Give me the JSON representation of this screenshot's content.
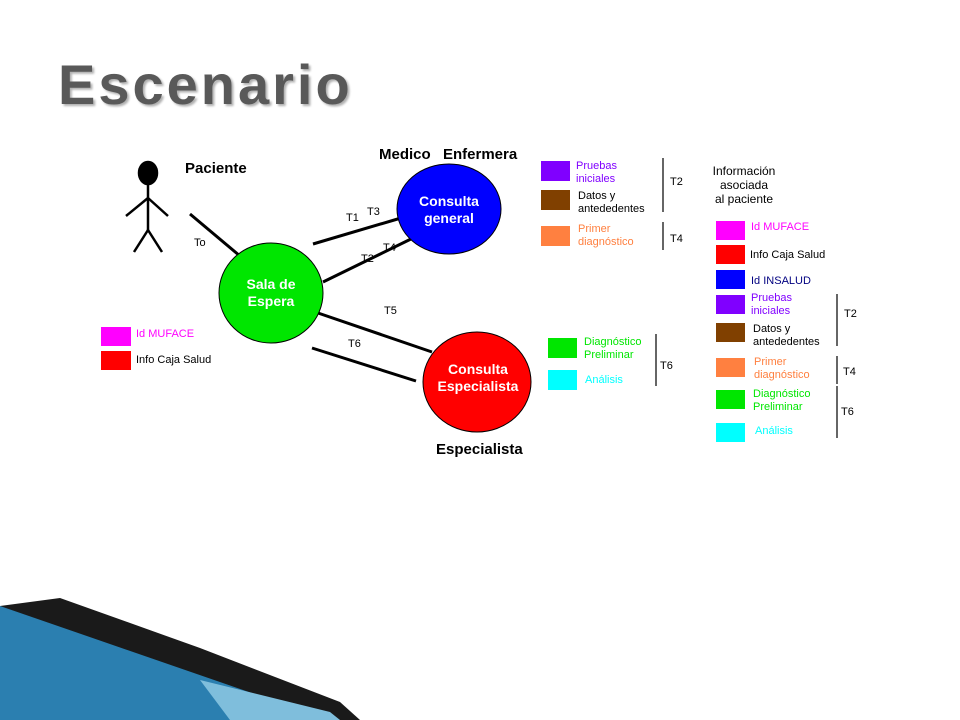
{
  "slide": {
    "title": "Escenario"
  },
  "actors": {
    "patient": "Paciente",
    "medico": "Medico",
    "enfermera": "Enfermera",
    "especialista": "Especialista"
  },
  "nodes": {
    "sala": {
      "line1": "Sala de",
      "line2": "Espera",
      "color": "#00e600"
    },
    "general": {
      "line1": "Consulta",
      "line2": "general",
      "color": "#0000ff"
    },
    "especialista": {
      "line1": "Consulta",
      "line2": "Especialista",
      "color": "#ff0000"
    }
  },
  "transitions": {
    "t0": "To",
    "t1": "T1",
    "t2": "T2",
    "t3": "T3",
    "t4": "T4",
    "t5": "T5",
    "t6": "T6"
  },
  "colors": {
    "magenta": "#ff00ff",
    "red": "#ff0000",
    "blue": "#0000ff",
    "purple": "#8000ff",
    "brown": "#804000",
    "orange": "#ff8040",
    "green": "#00e600",
    "cyan": "#00ffff"
  },
  "patient_info": {
    "id_muface": "Id MUFACE",
    "info_caja": "Info Caja Salud"
  },
  "general_outputs": {
    "pruebas_1": "Pruebas",
    "pruebas_2": "iniciales",
    "datos_1": "Datos y",
    "datos_2": "antededentes",
    "primer_1": "Primer",
    "primer_2": "diagnóstico",
    "bracket_t2": "T2",
    "bracket_t4": "T4"
  },
  "specialist_outputs": {
    "diag_1": "Diagnóstico",
    "diag_2": "Preliminar",
    "analisis": "Análisis",
    "bracket_t6": "T6"
  },
  "info_panel": {
    "heading_1": "Información",
    "heading_2": "asociada",
    "heading_3": "al paciente",
    "id_muface": "Id MUFACE",
    "info_caja": "Info Caja Salud",
    "id_insalud": "Id INSALUD",
    "pruebas_1": "Pruebas",
    "pruebas_2": "iniciales",
    "datos_1": "Datos y",
    "datos_2": "antededentes",
    "primer_1": "Primer",
    "primer_2": "diagnóstico",
    "diag_1": "Diagnóstico",
    "diag_2": "Preliminar",
    "analisis": "Análisis",
    "bracket_t2": "T2",
    "bracket_t4": "T4",
    "bracket_t6": "T6"
  }
}
